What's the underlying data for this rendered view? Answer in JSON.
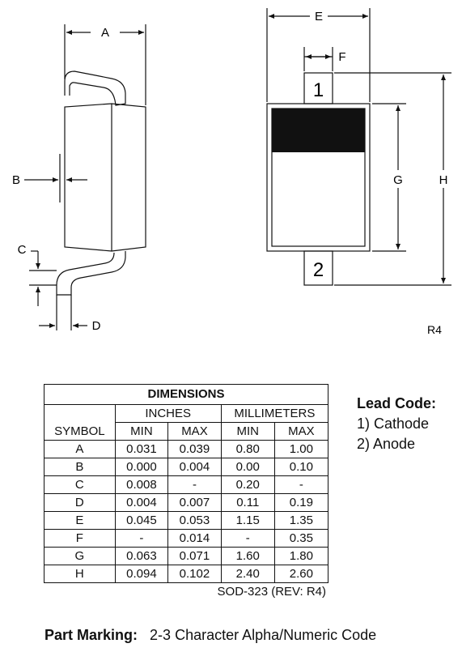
{
  "drawing": {
    "dim_labels": {
      "a": "A",
      "b": "B",
      "c": "C",
      "d": "D",
      "e": "E",
      "f": "F",
      "g": "G",
      "h": "H"
    },
    "pin1": "1",
    "pin2": "2",
    "revision_tag": "R4"
  },
  "table": {
    "title": "DIMENSIONS",
    "unit_inches": "INCHES",
    "unit_mm": "MILLIMETERS",
    "symbol_header": "SYMBOL",
    "min_header": "MIN",
    "max_header": "MAX",
    "rows": [
      {
        "symbol": "A",
        "in_min": "0.031",
        "in_max": "0.039",
        "mm_min": "0.80",
        "mm_max": "1.00"
      },
      {
        "symbol": "B",
        "in_min": "0.000",
        "in_max": "0.004",
        "mm_min": "0.00",
        "mm_max": "0.10"
      },
      {
        "symbol": "C",
        "in_min": "0.008",
        "in_max": "-",
        "mm_min": "0.20",
        "mm_max": "-"
      },
      {
        "symbol": "D",
        "in_min": "0.004",
        "in_max": "0.007",
        "mm_min": "0.11",
        "mm_max": "0.19"
      },
      {
        "symbol": "E",
        "in_min": "0.045",
        "in_max": "0.053",
        "mm_min": "1.15",
        "mm_max": "1.35"
      },
      {
        "symbol": "F",
        "in_min": "-",
        "in_max": "0.014",
        "mm_min": "-",
        "mm_max": "0.35"
      },
      {
        "symbol": "G",
        "in_min": "0.063",
        "in_max": "0.071",
        "mm_min": "1.60",
        "mm_max": "1.80"
      },
      {
        "symbol": "H",
        "in_min": "0.094",
        "in_max": "0.102",
        "mm_min": "2.40",
        "mm_max": "2.60"
      }
    ],
    "package_rev": "SOD-323 (REV: R4)"
  },
  "lead_code": {
    "title": "Lead Code:",
    "items": [
      "1) Cathode",
      "2) Anode"
    ]
  },
  "part_marking": {
    "label": "Part Marking:",
    "value": "2-3 Character Alpha/Numeric Code"
  }
}
